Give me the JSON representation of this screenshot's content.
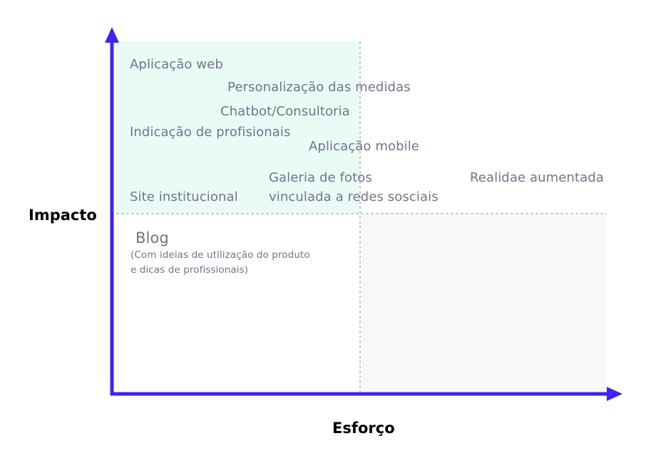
{
  "axes": {
    "y_label": "Impacto",
    "x_label": "Esforço"
  },
  "colors": {
    "axis": "#3b25f4",
    "highlight_quadrant": "#e8fbf4",
    "text": "#77718d",
    "divider": "#a7a7a7"
  },
  "items": {
    "aplicacao_web": "Aplicação web",
    "personalizacao": "Personalização das medidas",
    "chatbot": "Chatbot/Consultoria",
    "indicacao": "Indicação de profisionais",
    "aplicacao_mobile": "Aplicação mobile",
    "galeria_line1": "Galeria de fotos",
    "galeria_line2": "vinculada a redes sosciais",
    "site": "Site institucional",
    "realidade": "Realidae aumentada",
    "blog_title": "Blog",
    "blog_desc_line1": "(Com ideias  de utilização do produto",
    "blog_desc_line2": "e dicas de profissionais)"
  }
}
